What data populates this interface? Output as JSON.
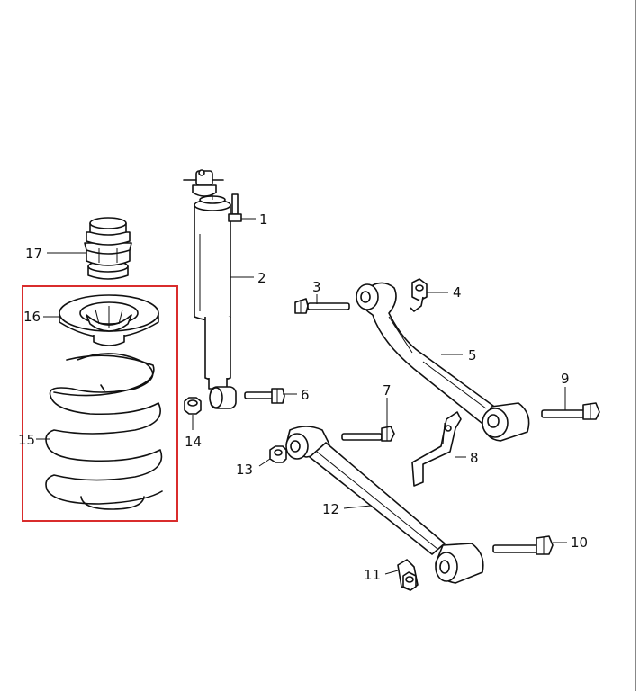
{
  "callouts": {
    "c1": "1",
    "c2": "2",
    "c3": "3",
    "c4": "4",
    "c5": "5",
    "c6": "6",
    "c7": "7",
    "c8": "8",
    "c9": "9",
    "c10": "10",
    "c11": "11",
    "c12": "12",
    "c13": "13",
    "c14": "14",
    "c15": "15",
    "c16": "16",
    "c17": "17"
  },
  "highlight": {
    "color": "#d92c2c",
    "items": [
      "15",
      "16"
    ]
  }
}
